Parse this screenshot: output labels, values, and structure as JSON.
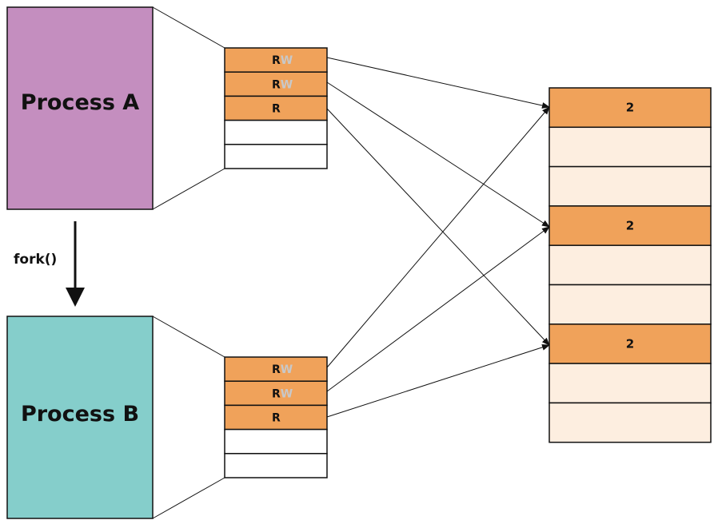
{
  "process_a": {
    "label": "Process A"
  },
  "process_b": {
    "label": "Process B"
  },
  "fork_label": "fork()",
  "page_table_a": [
    {
      "read": "R",
      "write": "W"
    },
    {
      "read": "R",
      "write": "W"
    },
    {
      "read": "R",
      "write": ""
    },
    {
      "read": "",
      "write": ""
    },
    {
      "read": "",
      "write": ""
    }
  ],
  "page_table_b": [
    {
      "read": "R",
      "write": "W"
    },
    {
      "read": "R",
      "write": "W"
    },
    {
      "read": "R",
      "write": ""
    },
    {
      "read": "",
      "write": ""
    },
    {
      "read": "",
      "write": ""
    }
  ],
  "physical_frames": [
    {
      "ref_count": "2"
    },
    {
      "ref_count": ""
    },
    {
      "ref_count": ""
    },
    {
      "ref_count": "2"
    },
    {
      "ref_count": ""
    },
    {
      "ref_count": ""
    },
    {
      "ref_count": "2"
    },
    {
      "ref_count": ""
    },
    {
      "ref_count": ""
    }
  ],
  "colors": {
    "process_a": "#c48ebf",
    "process_b": "#85cecb",
    "mapped_entry": "#f0a25a",
    "frame_free": "#fdeee0",
    "readonly_w": "#c8c8c8"
  }
}
